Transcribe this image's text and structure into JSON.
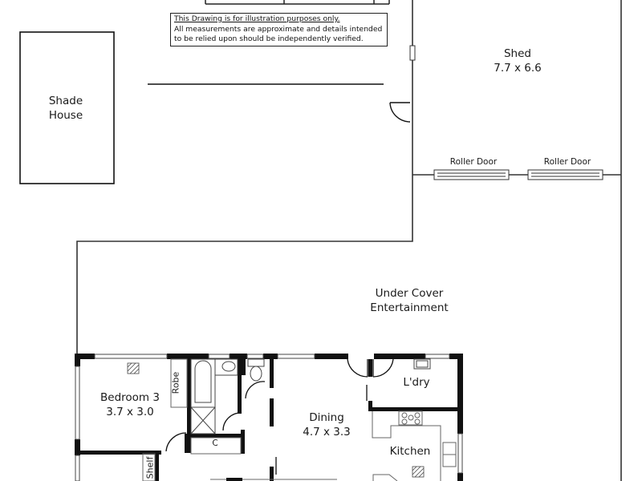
{
  "disclaimer": {
    "line1": "This Drawing is for illustration purposes only.",
    "line2": "All measurements are approximate and details intended",
    "line3": "to be relied upon should be independently verified."
  },
  "rooms": {
    "shade_house": {
      "name_line1": "Shade",
      "name_line2": "House"
    },
    "shed": {
      "name": "Shed",
      "dimensions": "7.7 x 6.6"
    },
    "roller_door_1": {
      "label": "Roller Door"
    },
    "roller_door_2": {
      "label": "Roller Door"
    },
    "under_cover": {
      "name_line1": "Under Cover",
      "name_line2": "Entertainment"
    },
    "bedroom3": {
      "name": "Bedroom 3",
      "dimensions": "3.7 x 3.0"
    },
    "robe": {
      "label": "Robe"
    },
    "cupboard": {
      "label": "C"
    },
    "shelf": {
      "label": "Shelf"
    },
    "dining": {
      "name": "Dining",
      "dimensions": "4.7 x 3.3"
    },
    "laundry": {
      "name": "L'dry"
    },
    "kitchen": {
      "name": "Kitchen"
    }
  },
  "colors": {
    "wall": "#111111",
    "thin_line": "#333333",
    "background": "#ffffff"
  }
}
